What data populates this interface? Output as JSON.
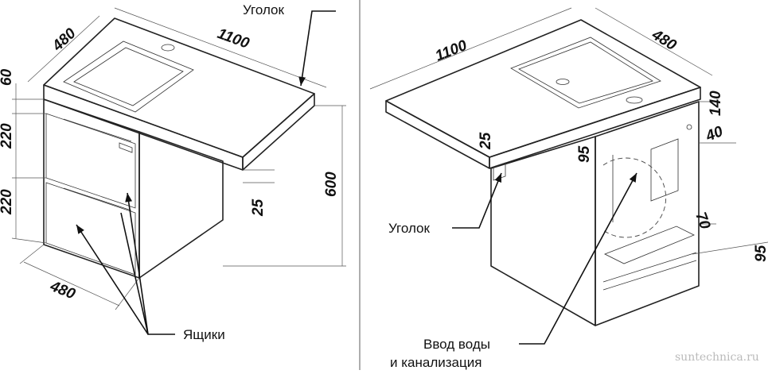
{
  "labels": {
    "corner_left": "Уголок",
    "drawers": "Ящики",
    "corner_right": "Уголок",
    "inlet_line1": "Ввод воды",
    "inlet_line2": "и канализация"
  },
  "dims_left": {
    "top_width": "1100",
    "top_depth": "480",
    "top_thickness": "60",
    "drawer_top": "220",
    "drawer_bottom": "220",
    "base_depth": "480",
    "height": "600",
    "offset": "25"
  },
  "dims_right": {
    "top_width": "1100",
    "top_depth": "480",
    "offset_a": "140",
    "offset_b": "40",
    "offset_c": "25",
    "offset_d": "95",
    "offset_e": "70",
    "offset_f": "95"
  },
  "watermark": "suntechnica.ru"
}
